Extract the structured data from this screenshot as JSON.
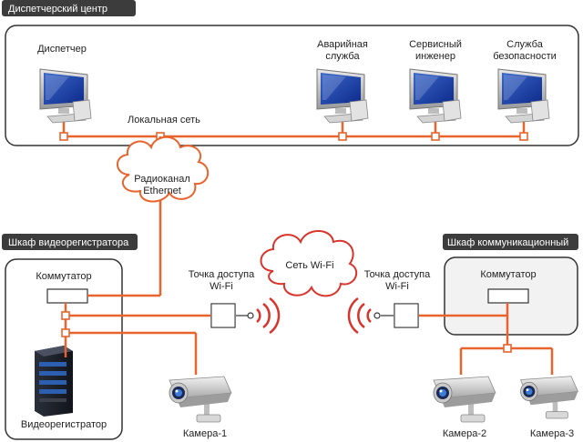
{
  "colors": {
    "link": "#e8642c",
    "cloud_stroke": "#d8342c",
    "tag_bg": "#3c3c3c",
    "frame": "#333333",
    "shaded_panel": "#f2f2f2"
  },
  "dispatch_center": {
    "title": "Диспетчерский центр",
    "lan_label": "Локальная сеть",
    "workstations": [
      {
        "label": "Диспетчер",
        "icon": "computer-icon"
      },
      {
        "label": "Аварийная\nслужба",
        "icon": "computer-icon"
      },
      {
        "label": "Сервисный\nинженер",
        "icon": "computer-icon"
      },
      {
        "label": "Служба\nбезопасности",
        "icon": "computer-icon"
      }
    ]
  },
  "radio_cloud": {
    "label": "Радиоканал\nEthernet",
    "icon": "cloud-icon"
  },
  "wifi_cloud": {
    "label": "Сеть Wi-Fi",
    "icon": "cloud-icon"
  },
  "recorder_cabinet": {
    "title": "Шкаф видеорегистратора",
    "switch_label": "Коммутатор",
    "recorder_label": "Видеорегистратор",
    "access_point_label": "Точка доступа\nWi-Fi",
    "camera_label": "Камера-1"
  },
  "comm_cabinet": {
    "title": "Шкаф коммуникационный",
    "switch_label": "Коммутатор",
    "access_point_label": "Точка доступа\nWi-Fi",
    "cameras": [
      "Камера-2",
      "Камера-3"
    ]
  }
}
